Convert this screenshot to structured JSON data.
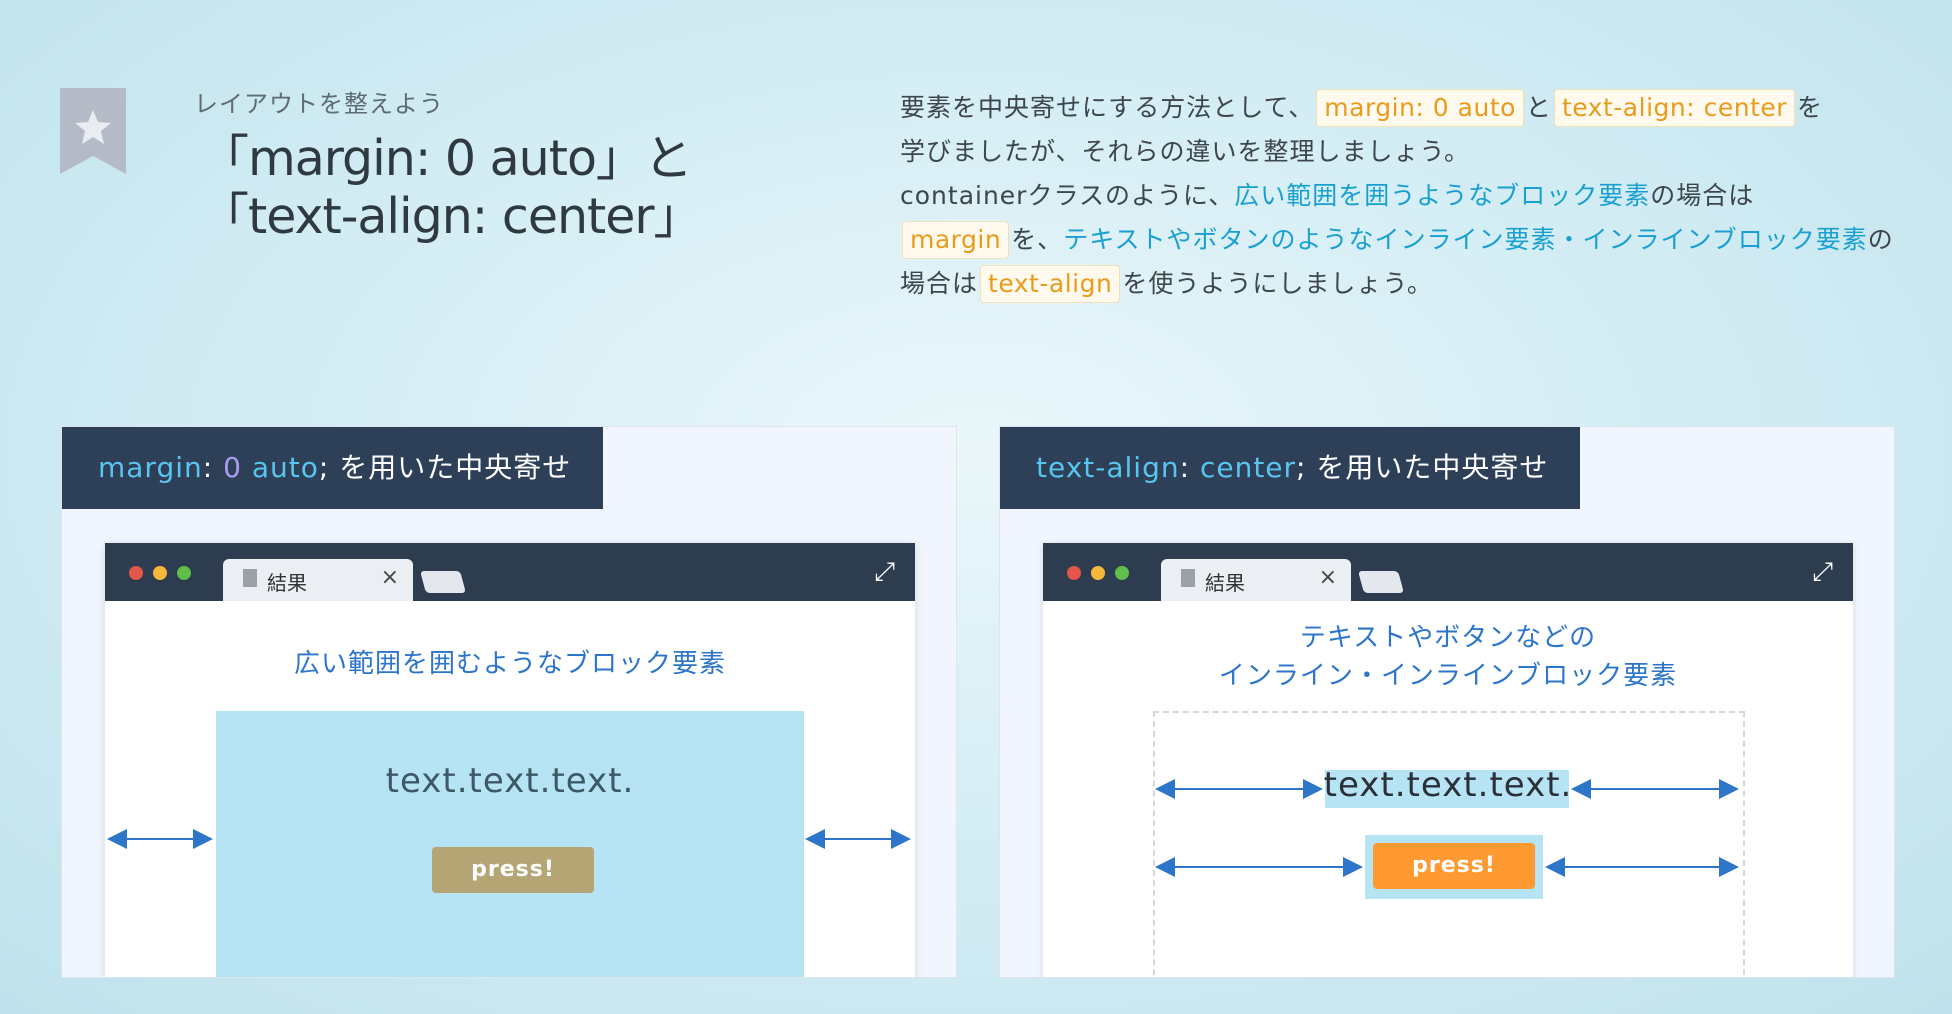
{
  "header": {
    "subtitle": "レイアウトを整えよう",
    "title_line1": "「margin: 0 auto」と",
    "title_line2": "「text-align: center」"
  },
  "description": {
    "p1_a": "要素を中央寄せにする方法として、",
    "code_margin_auto": "margin: 0 auto",
    "p1_b": "と",
    "code_text_align_center": "text-align: center",
    "p1_c": "を",
    "p2": "学びましたが、それらの違いを整理しましょう。",
    "p3_a": "containerクラスのように、",
    "p3_link": "広い範囲を囲うようなブロック要素",
    "p3_b": "の場合は",
    "code_margin": "margin",
    "p4_a": "を、",
    "p4_link": "テキストやボタンのようなインライン要素・インラインブロック要素",
    "p4_b": "の場合は",
    "code_text_align": "text-align",
    "p4_c": "を使うようにしましょう。"
  },
  "left_panel": {
    "label_prop": "margin",
    "label_colon": ":",
    "label_num": "0",
    "label_auto": "auto",
    "label_rest": "; を用いた中央寄せ",
    "tab_label": "結果",
    "tab_close": "×",
    "caption": "広い範囲を囲むようなブロック要素",
    "text": "text.text.text.",
    "button": "press!"
  },
  "right_panel": {
    "label_prop": "text-align",
    "label_colon": ":",
    "label_val": "center",
    "label_rest": "; を用いた中央寄せ",
    "tab_label": "結果",
    "tab_close": "×",
    "caption_line1": "テキストやボタンなどの",
    "caption_line2": "インライン・インラインブロック要素",
    "text": "text.text.text.",
    "button": "press!"
  },
  "colors": {
    "dark_navy": "#2e4057",
    "code_orange": "#e89c1c",
    "link_blue": "#1aa0d0",
    "caption_blue": "#2c75c9",
    "light_blue_box": "#b7e4f5",
    "button_khaki": "#b5a474",
    "button_orange": "#ff9a33",
    "dot_red": "#e2564b",
    "dot_yellow": "#f5b83d",
    "dot_green": "#5fbf4a"
  },
  "icons": {
    "bookmark": "star-bookmark-icon",
    "document": "document-icon",
    "expand": "expand-icon",
    "arrow": "double-arrow-icon"
  }
}
